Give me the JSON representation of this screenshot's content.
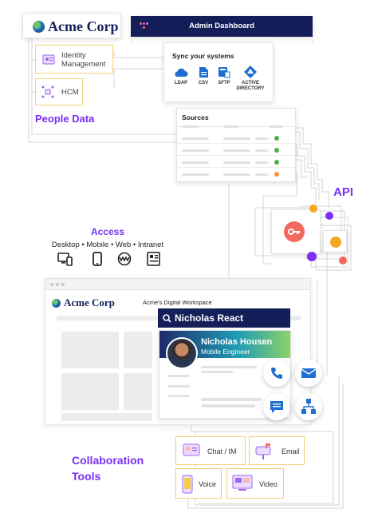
{
  "brand": {
    "name": "Acme Corp"
  },
  "people_data": {
    "title": "People Data",
    "sources": [
      {
        "label": "Identity Management",
        "icon": "identity-icon"
      },
      {
        "label": "HCM",
        "icon": "hcm-icon"
      }
    ]
  },
  "dashboard": {
    "title": "Admin Dashboard",
    "sync": {
      "title": "Sync your systems",
      "items": [
        {
          "label": "LDAP",
          "icon": "cloud-icon"
        },
        {
          "label": "CSV",
          "icon": "document-icon"
        },
        {
          "label": "SFTP",
          "icon": "sftp-icon"
        },
        {
          "label": "ACTIVE DIRECTORY",
          "icon": "active-directory-icon"
        }
      ]
    },
    "sources": {
      "title": "Sources",
      "status_colors": [
        "#4caf50",
        "#4caf50",
        "#4caf50",
        "#ff8f2e"
      ]
    }
  },
  "api": {
    "title": "API"
  },
  "access": {
    "title": "Access",
    "subtitle": "Desktop • Mobile • Web • Intranet",
    "icons": [
      "desktop-mobile-icon",
      "phone-icon",
      "web-icon",
      "intranet-icon"
    ]
  },
  "workspace": {
    "title": "Acme's Digital Workspace",
    "search_value": "Nicholas React",
    "profile": {
      "name": "Nicholas Housen",
      "role": "Mobile Engineer"
    }
  },
  "collaboration": {
    "title": "Collaboration Tools",
    "tools": [
      {
        "label": "Chat / IM",
        "icon": "chat-icon"
      },
      {
        "label": "Email",
        "icon": "mailbox-icon"
      },
      {
        "label": "Voice",
        "icon": "mobile-voice-icon"
      },
      {
        "label": "Video",
        "icon": "video-icon"
      }
    ]
  },
  "colors": {
    "accent": "#7b2ff7",
    "navy": "#141f5a",
    "profile_gradient": [
      "#1d2a6b",
      "#1f9db5",
      "#8dd16a"
    ],
    "key_red": "#f26a5f",
    "key_orange": "#f5a623",
    "key_purple": "#7b2ff7",
    "action_blue": "#1e6fd1"
  }
}
